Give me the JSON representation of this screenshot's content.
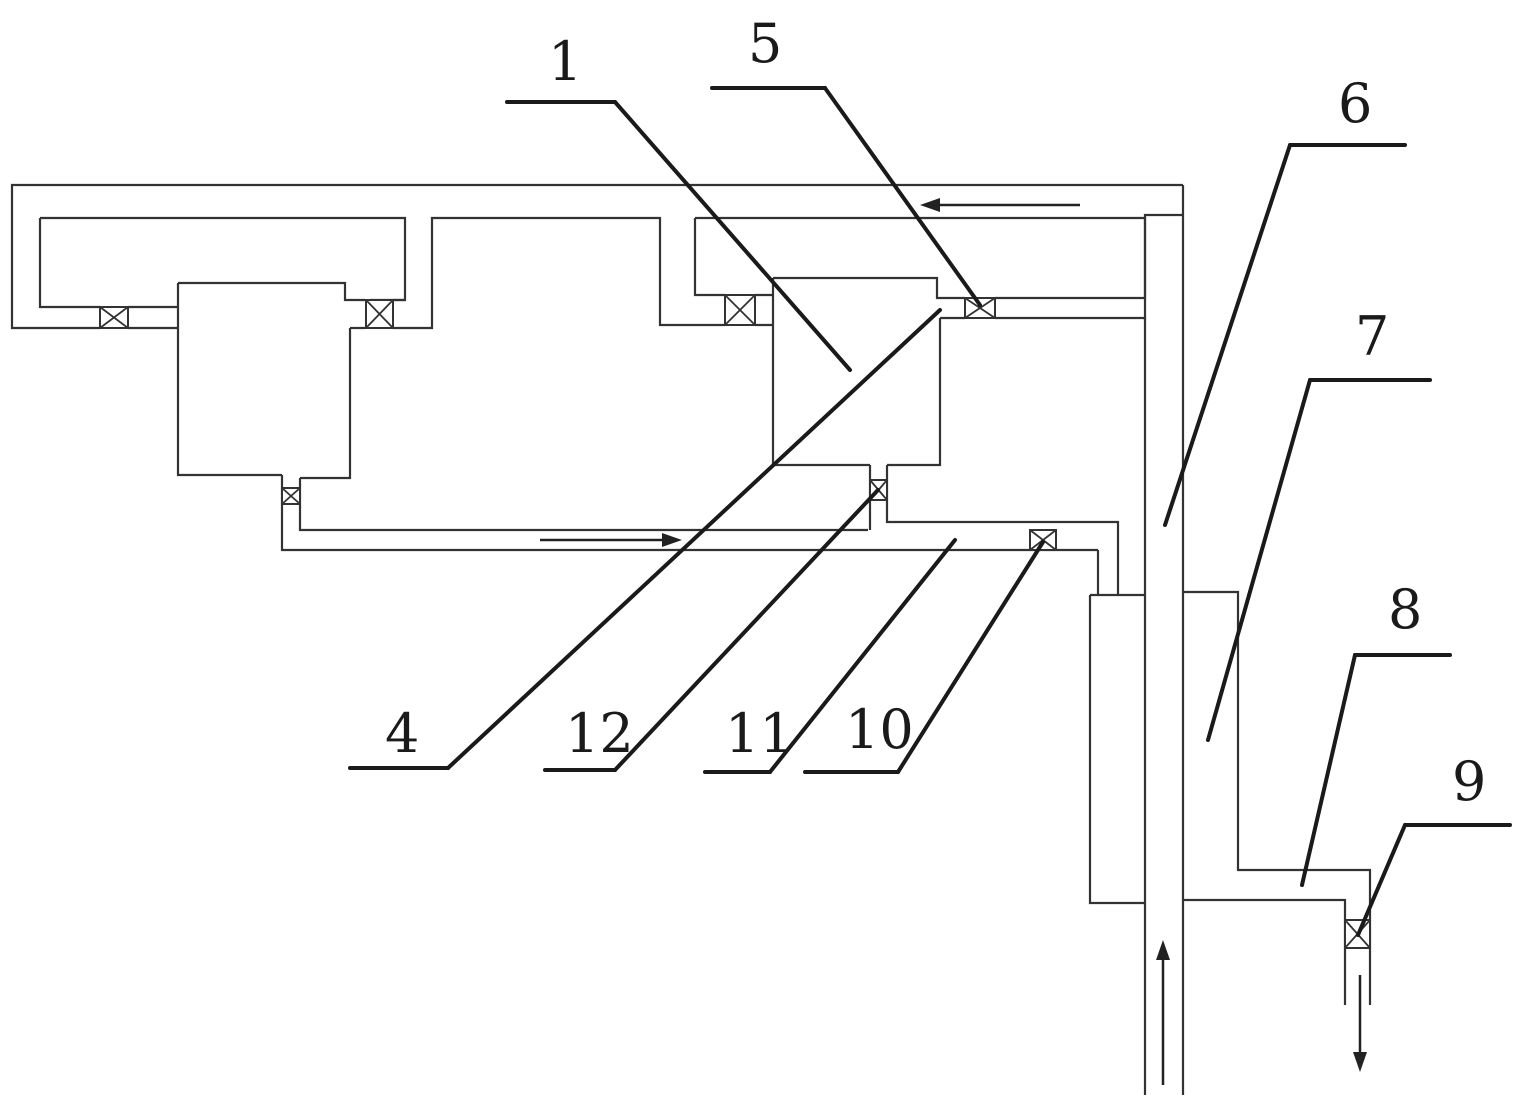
{
  "diagram": {
    "labels": {
      "l1": "1",
      "l4": "4",
      "l5": "5",
      "l6": "6",
      "l7": "7",
      "l8": "8",
      "l9": "9",
      "l10": "10",
      "l11": "11",
      "l12": "12"
    },
    "colors": {
      "line": "#333333",
      "background": "#ffffff"
    }
  }
}
